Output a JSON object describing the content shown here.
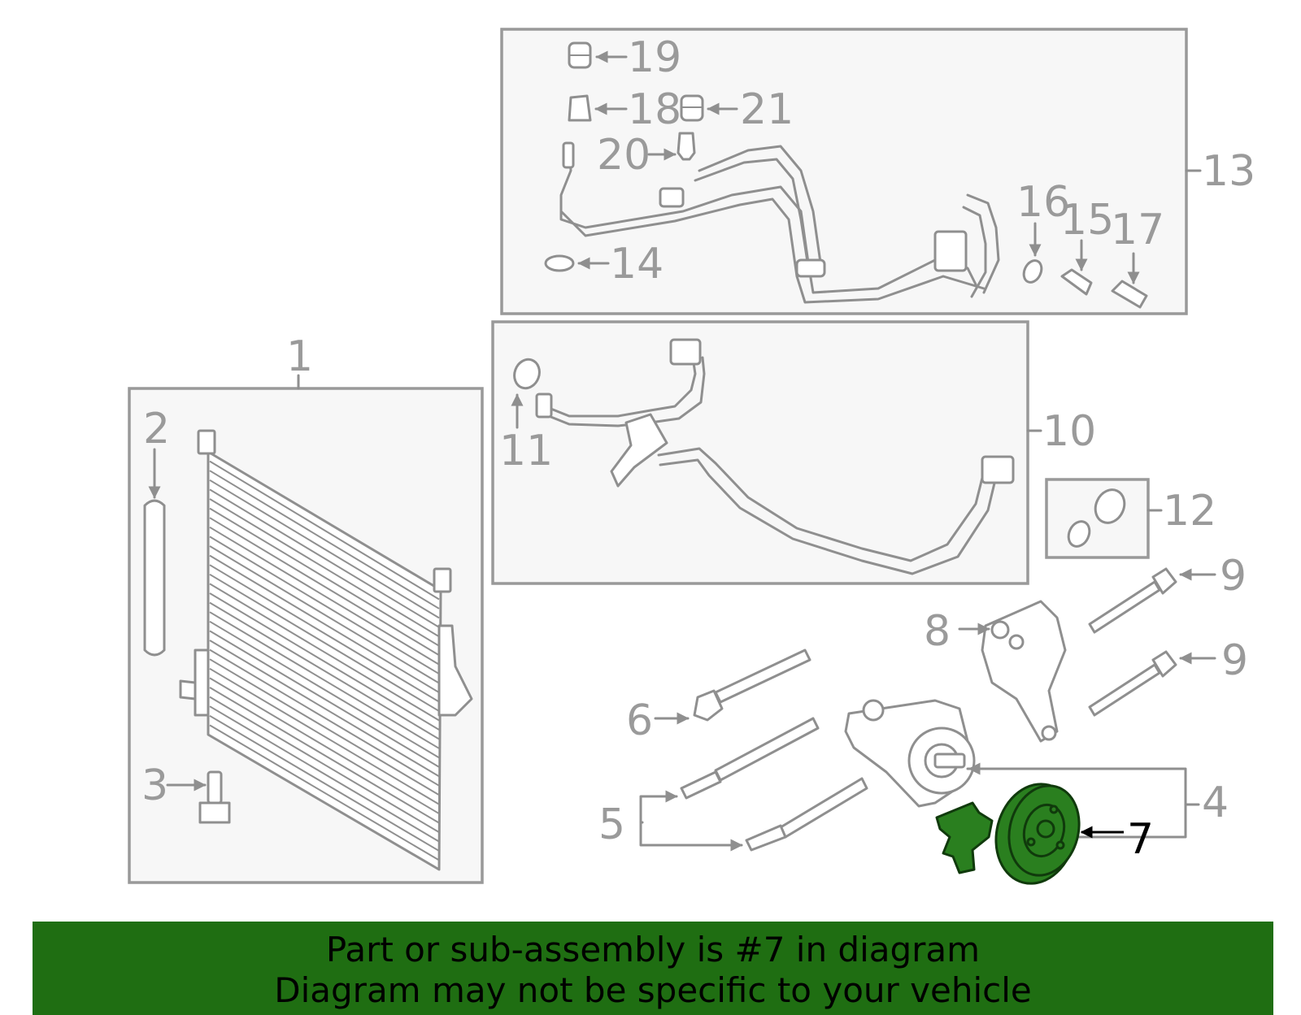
{
  "callouts": {
    "c1": "1",
    "c2": "2",
    "c3": "3",
    "c4": "4",
    "c5": "5",
    "c6": "6",
    "c7": "7",
    "c8": "8",
    "c9a": "9",
    "c9b": "9",
    "c10": "10",
    "c11": "11",
    "c12": "12",
    "c13": "13",
    "c14": "14",
    "c15": "15",
    "c16": "16",
    "c17": "17",
    "c18": "18",
    "c19": "19",
    "c20": "20",
    "c21": "21"
  },
  "highlighted_part": "7",
  "colors": {
    "highlight": "#2a7f1f",
    "banner": "#1f6e12",
    "callout": "#9a9a9a",
    "outline": "#8f8f8f"
  },
  "banner": {
    "line1": "Part or sub-assembly is #7 in diagram",
    "line2": "Diagram may not be specific to your vehicle"
  }
}
